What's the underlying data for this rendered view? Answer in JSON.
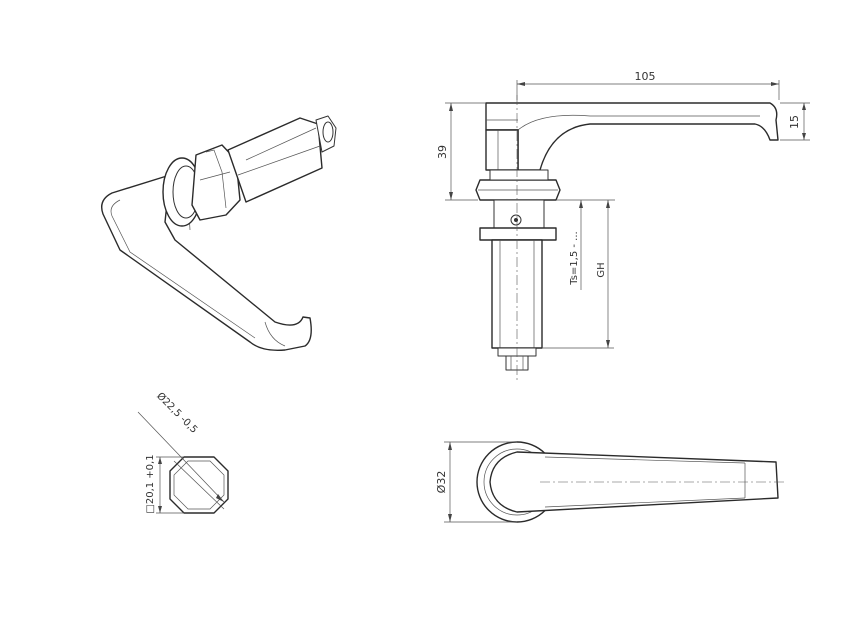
{
  "dimensions": {
    "length": "105",
    "height": "39",
    "tip": "15",
    "ts": "Ts=1,5 - ...",
    "gh": "GH",
    "rose_diameter": "Ø32",
    "square_diag": "Ø22,5 -0,5",
    "square_side": "□20,1 +0,1"
  }
}
